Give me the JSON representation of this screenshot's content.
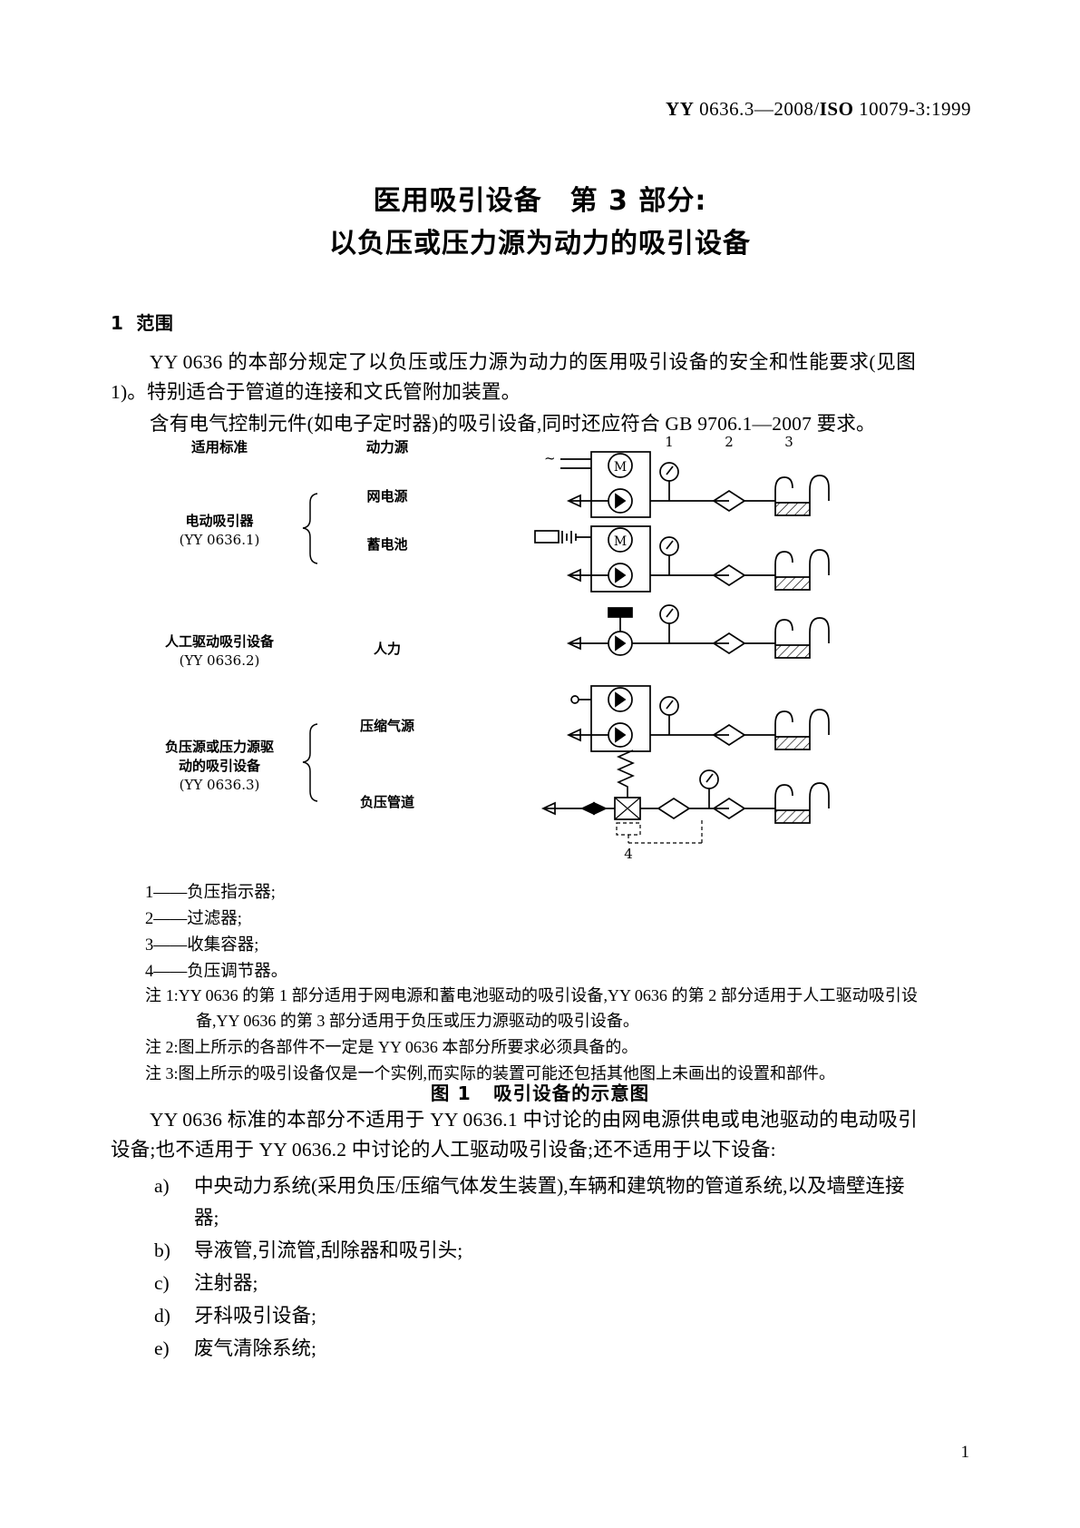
{
  "header": {
    "std_prefix": "YY",
    "std_number": " 0636.3—2008/",
    "iso_prefix": "ISO",
    "iso_number": " 10079-3:1999"
  },
  "title": {
    "line1": "医用吸引设备　第 3 部分:",
    "line2": "以负压或压力源为动力的吸引设备"
  },
  "section": {
    "number": "1",
    "name": "范围",
    "para1": "YY 0636 的本部分规定了以负压或压力源为动力的医用吸引设备的安全和性能要求(见图 1)。特别适合于管道的连接和文氏管附加装置。",
    "para2": "含有电气控制元件(如电子定时器)的吸引设备,同时还应符合 GB 9706.1—2007 要求。"
  },
  "figure": {
    "col_header_standard": "适用标准",
    "col_header_power": "动力源",
    "rows": [
      {
        "standard_name": "电动吸引器",
        "standard_ref": "(YY 0636.1)",
        "power_sources": [
          "网电源",
          "蓄电池"
        ]
      },
      {
        "standard_name": "人工驱动吸引设备",
        "standard_ref": "(YY 0636.2)",
        "power_sources": [
          "人力"
        ]
      },
      {
        "standard_name_line1": "负压源或压力源驱",
        "standard_name_line2": "动的吸引设备",
        "standard_ref": "(YY 0636.3)",
        "power_sources": [
          "压缩气源",
          "负压管道"
        ]
      }
    ],
    "callouts": [
      "1",
      "2",
      "3",
      "4"
    ],
    "motor_symbol": "M",
    "ac_symbol": "~",
    "keys": [
      "1——负压指示器;",
      "2——过滤器;",
      "3——收集容器;",
      "4——负压调节器。"
    ],
    "notes": [
      {
        "label": "注 1:",
        "text": "YY 0636 的第 1 部分适用于网电源和蓄电池驱动的吸引设备,YY 0636 的第 2 部分适用于人工驱动吸引设备,YY 0636 的第 3 部分适用于负压或压力源驱动的吸引设备。"
      },
      {
        "label": "注 2:",
        "text": "图上所示的各部件不一定是 YY 0636 本部分所要求必须具备的。"
      },
      {
        "label": "注 3:",
        "text": "图上所示的吸引设备仅是一个实例,而实际的装置可能还包括其他图上未画出的设置和部件。"
      }
    ],
    "caption_label": "图 1",
    "caption_text": "吸引设备的示意图"
  },
  "tail": {
    "para": "YY 0636 标准的本部分不适用于 YY 0636.1 中讨论的由网电源供电或电池驱动的电动吸引设备;也不适用于 YY 0636.2 中讨论的人工驱动吸引设备;还不适用于以下设备:",
    "items": [
      {
        "marker": "a)",
        "text": "中央动力系统(采用负压/压缩气体发生装置),车辆和建筑物的管道系统,以及墙壁连接器;"
      },
      {
        "marker": "b)",
        "text": "导液管,引流管,刮除器和吸引头;"
      },
      {
        "marker": "c)",
        "text": "注射器;"
      },
      {
        "marker": "d)",
        "text": "牙科吸引设备;"
      },
      {
        "marker": "e)",
        "text": "废气清除系统;"
      }
    ]
  },
  "page_number": "1"
}
